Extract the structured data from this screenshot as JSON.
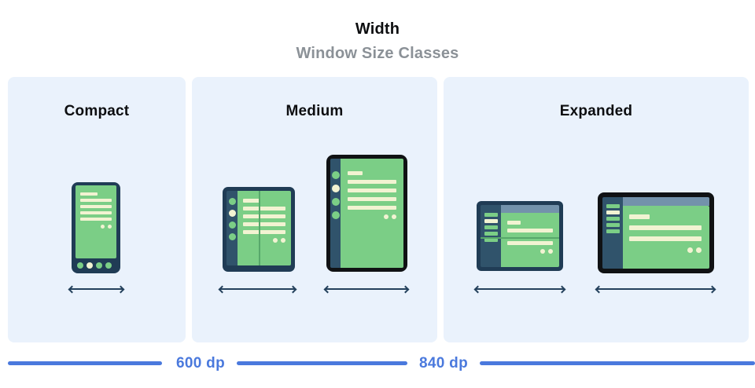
{
  "header": {
    "title": "Width",
    "subtitle": "Window Size Classes"
  },
  "panels": {
    "compact": {
      "label": "Compact"
    },
    "medium": {
      "label": "Medium"
    },
    "expanded": {
      "label": "Expanded"
    }
  },
  "axis": {
    "breakpoint_600": "600 dp",
    "breakpoint_840": "840 dp"
  },
  "icons": {
    "width_arrow": "double-headed-horizontal-arrow"
  },
  "colors": {
    "accent_blue": "#4a79dd",
    "panel_bg": "#eaf2fc",
    "device_navy": "#203c55",
    "device_black": "#101214",
    "rail_navy": "#30536b",
    "screen_green": "#7bce86",
    "fold_green": "#57a86b",
    "content_cream": "#f2f3d2",
    "topbar_bluegray": "#7392ab",
    "subtitle_gray": "#8b9197",
    "arrow_navy": "#24415c",
    "title_black": "#0d0e10"
  }
}
